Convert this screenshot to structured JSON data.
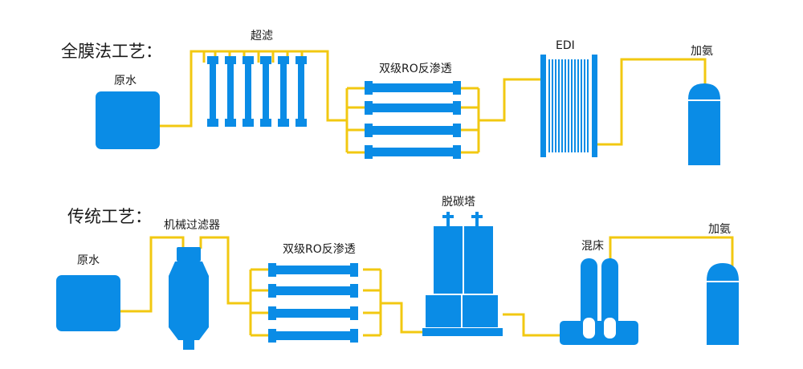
{
  "colors": {
    "pipe": "#F2C811",
    "equipment": "#0A8CE6",
    "background": "#FFFFFF",
    "text": "#1A1A1A"
  },
  "membrane_process": {
    "title": "全膜法工艺：",
    "raw_water": "原水",
    "ultrafiltration": "超滤",
    "double_ro": "双级RO反渗透",
    "edi": "EDI",
    "ammonia_dosing": "加氨"
  },
  "traditional_process": {
    "title": "传统工艺：",
    "raw_water": "原水",
    "mechanical_filter": "机械过滤器",
    "double_ro": "双级RO反渗透",
    "decarbonization_tower": "脱碳塔",
    "mixed_bed": "混床",
    "ammonia_dosing": "加氨"
  }
}
